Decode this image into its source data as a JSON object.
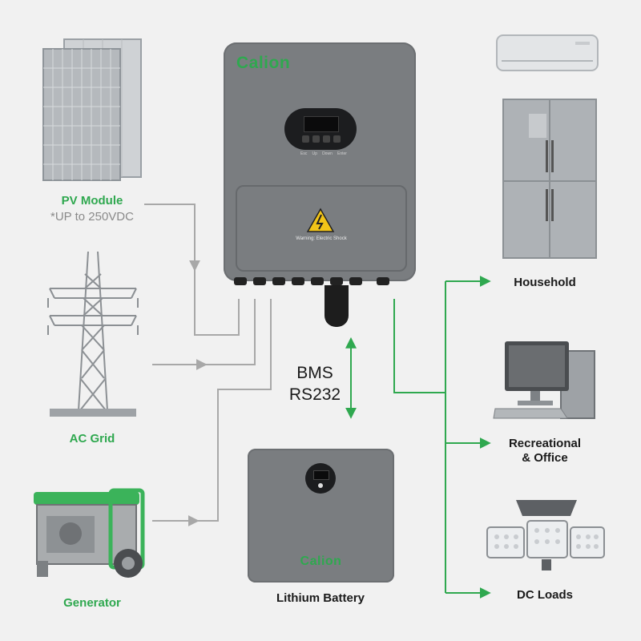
{
  "inverter": {
    "brand": "Calion",
    "buttons": [
      "Esc",
      "Up",
      "Down",
      "Enter"
    ],
    "warning_label": "Warning: Electric Shock"
  },
  "sources": {
    "pv_module": {
      "label": "PV Module",
      "sublabel": "*UP to 250VDC"
    },
    "ac_grid": {
      "label": "AC Grid"
    },
    "generator": {
      "label": "Generator"
    }
  },
  "link": {
    "line1": "BMS",
    "line2": "RS232"
  },
  "battery": {
    "label": "Lithium Battery",
    "brand": "Calion"
  },
  "loads": {
    "household": {
      "label": "Household"
    },
    "recreational": {
      "line1": "Recreational",
      "line2": "& Office"
    },
    "dc_loads": {
      "label": "DC Loads"
    }
  },
  "colors": {
    "accent": "#2fa84f",
    "wire_gray": "#a8a8a8",
    "device_gray": "#7a7d80"
  }
}
